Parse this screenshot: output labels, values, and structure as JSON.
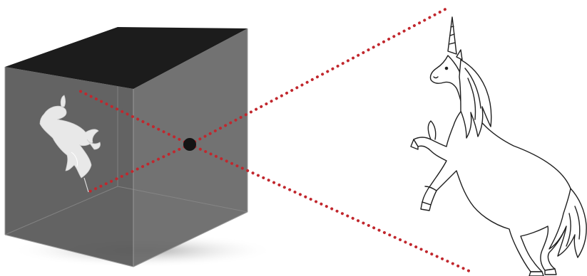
{
  "diagram": {
    "subject": "unicorn",
    "elements": [
      "camera-obscura-box",
      "pinhole",
      "light-rays",
      "inverted-projected-image",
      "unicorn-subject"
    ]
  },
  "colors": {
    "background": "#ffffff",
    "box_top": "#1c1c1c",
    "box_front": "#5b5b5b",
    "box_side": "#6a6a6a",
    "box_edges": "#8a8a8a",
    "ray": "#c1272d",
    "pinhole": "#141414",
    "projection": "#e6e6e6",
    "line_art": "#1f1f1f",
    "shadow": "#9a9a9a"
  }
}
